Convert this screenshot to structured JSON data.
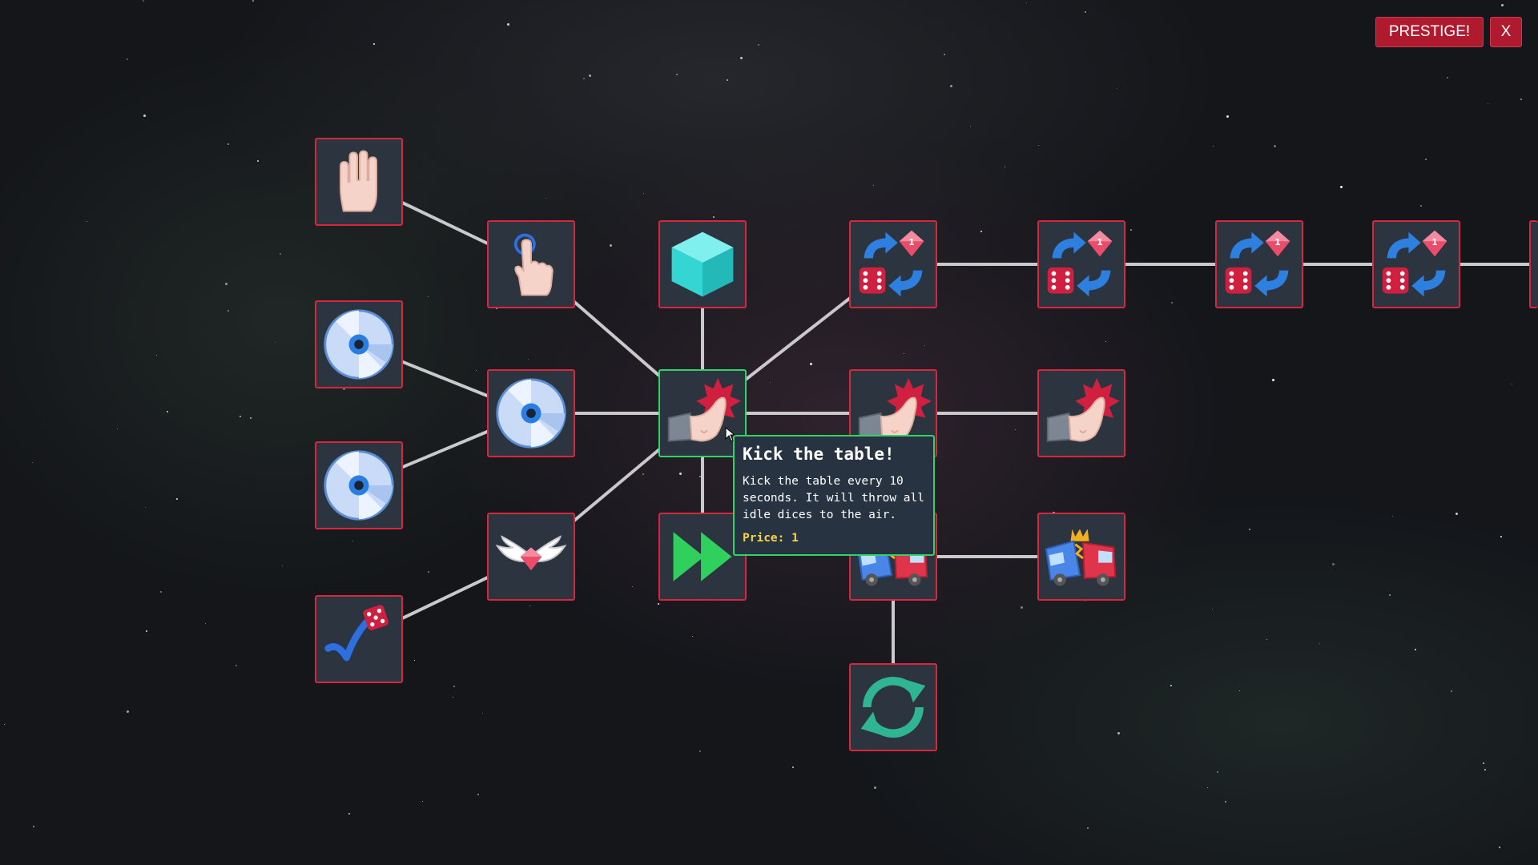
{
  "header": {
    "prestige_label": "PRESTIGE!",
    "close_label": "X"
  },
  "tooltip": {
    "title": "Kick the table!",
    "description": "Kick the table every 10 seconds. It will throw all idle dices to the air.",
    "price": "Price: 1"
  },
  "colors": {
    "node_border": "#d8263f",
    "node_active_border": "#2fd36a",
    "node_bg": "#2c3440",
    "link": "#c9c9cc",
    "button_bg": "#b01a2e",
    "price_text": "#f1d54a"
  },
  "skill_nodes": [
    {
      "id": "n1",
      "icon": "raised-hand-icon"
    },
    {
      "id": "n2",
      "icon": "tap-finger-icon"
    },
    {
      "id": "n3",
      "icon": "disc-icon"
    },
    {
      "id": "n4",
      "icon": "disc-icon"
    },
    {
      "id": "n5",
      "icon": "disc-icon"
    },
    {
      "id": "n6",
      "icon": "dice-bounce-icon"
    },
    {
      "id": "n7",
      "icon": "winged-gem-icon"
    },
    {
      "id": "n8",
      "icon": "cube-icon"
    },
    {
      "id": "n9",
      "icon": "kick-icon",
      "active": true
    },
    {
      "id": "n10",
      "icon": "fast-forward-icon"
    },
    {
      "id": "n11",
      "icon": "dice-gem-swap-icon"
    },
    {
      "id": "n12",
      "icon": "kick-icon"
    },
    {
      "id": "n13",
      "icon": "truck-crash-icon"
    },
    {
      "id": "n14",
      "icon": "refresh-icon"
    },
    {
      "id": "n15",
      "icon": "dice-gem-swap-icon"
    },
    {
      "id": "n16",
      "icon": "kick-icon"
    },
    {
      "id": "n17",
      "icon": "truck-crash-icon"
    },
    {
      "id": "n18",
      "icon": "dice-gem-swap-icon"
    },
    {
      "id": "n19",
      "icon": "dice-gem-swap-icon"
    },
    {
      "id": "n20",
      "icon": "locked-node"
    }
  ],
  "links": [
    [
      "n1",
      "n2"
    ],
    [
      "n2",
      "n9"
    ],
    [
      "n3",
      "n5"
    ],
    [
      "n4",
      "n5"
    ],
    [
      "n5",
      "n9"
    ],
    [
      "n6",
      "n7"
    ],
    [
      "n7",
      "n9"
    ],
    [
      "n8",
      "n9"
    ],
    [
      "n9",
      "n10"
    ],
    [
      "n9",
      "n11"
    ],
    [
      "n9",
      "n12"
    ],
    [
      "n12",
      "n16"
    ],
    [
      "n11",
      "n15"
    ],
    [
      "n15",
      "n18"
    ],
    [
      "n18",
      "n19"
    ],
    [
      "n19",
      "n20"
    ],
    [
      "n13",
      "n17"
    ],
    [
      "n13",
      "n14"
    ]
  ]
}
